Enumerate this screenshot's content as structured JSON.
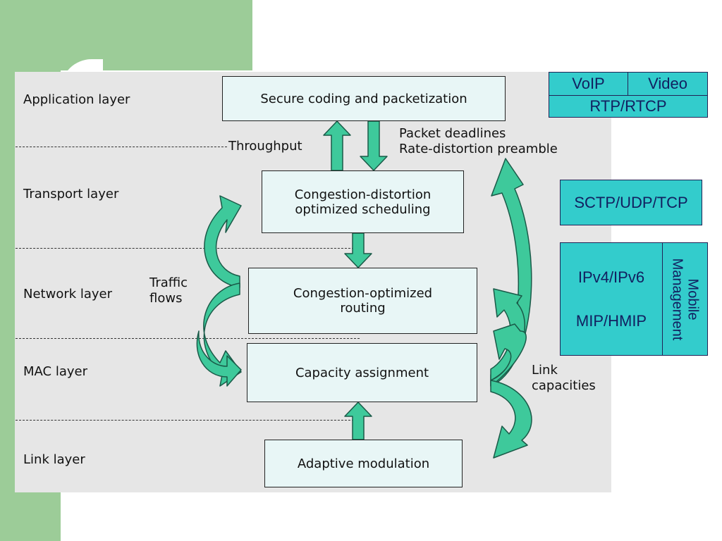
{
  "layers": {
    "application": "Application layer",
    "transport": "Transport layer",
    "network": "Network layer",
    "mac": "MAC layer",
    "link": "Link layer"
  },
  "boxes": {
    "secure_coding": "Secure coding and packetization",
    "cd_sched_line1": "Congestion-distortion",
    "cd_sched_line2": "optimized scheduling",
    "co_routing_line1": "Congestion-optimized",
    "co_routing_line2": "routing",
    "capacity": "Capacity assignment",
    "adaptive": "Adaptive modulation"
  },
  "annotations": {
    "throughput": "Throughput",
    "packet_deadlines": "Packet deadlines",
    "rate_distortion": "Rate-distortion preamble",
    "traffic_line1": "Traffic",
    "traffic_line2": "flows",
    "link_line1": "Link",
    "link_line2": "capacities"
  },
  "protocols": {
    "voip": "VoIP",
    "video": "Video",
    "rtp": "RTP/RTCP",
    "sctp": "SCTP/UDP/TCP",
    "ipv4": "IPv4/IPv6",
    "mip": "MIP/HMIP",
    "mobile_line1": "Mobile",
    "mobile_line2": "Management"
  },
  "colors": {
    "arrow_fill": "#3ec99b",
    "arrow_stroke": "#1a5a48",
    "protocol_fill": "#33cccc",
    "protocol_text": "#122060",
    "panel": "#e6e6e6",
    "side_green": "#9ccc98"
  }
}
